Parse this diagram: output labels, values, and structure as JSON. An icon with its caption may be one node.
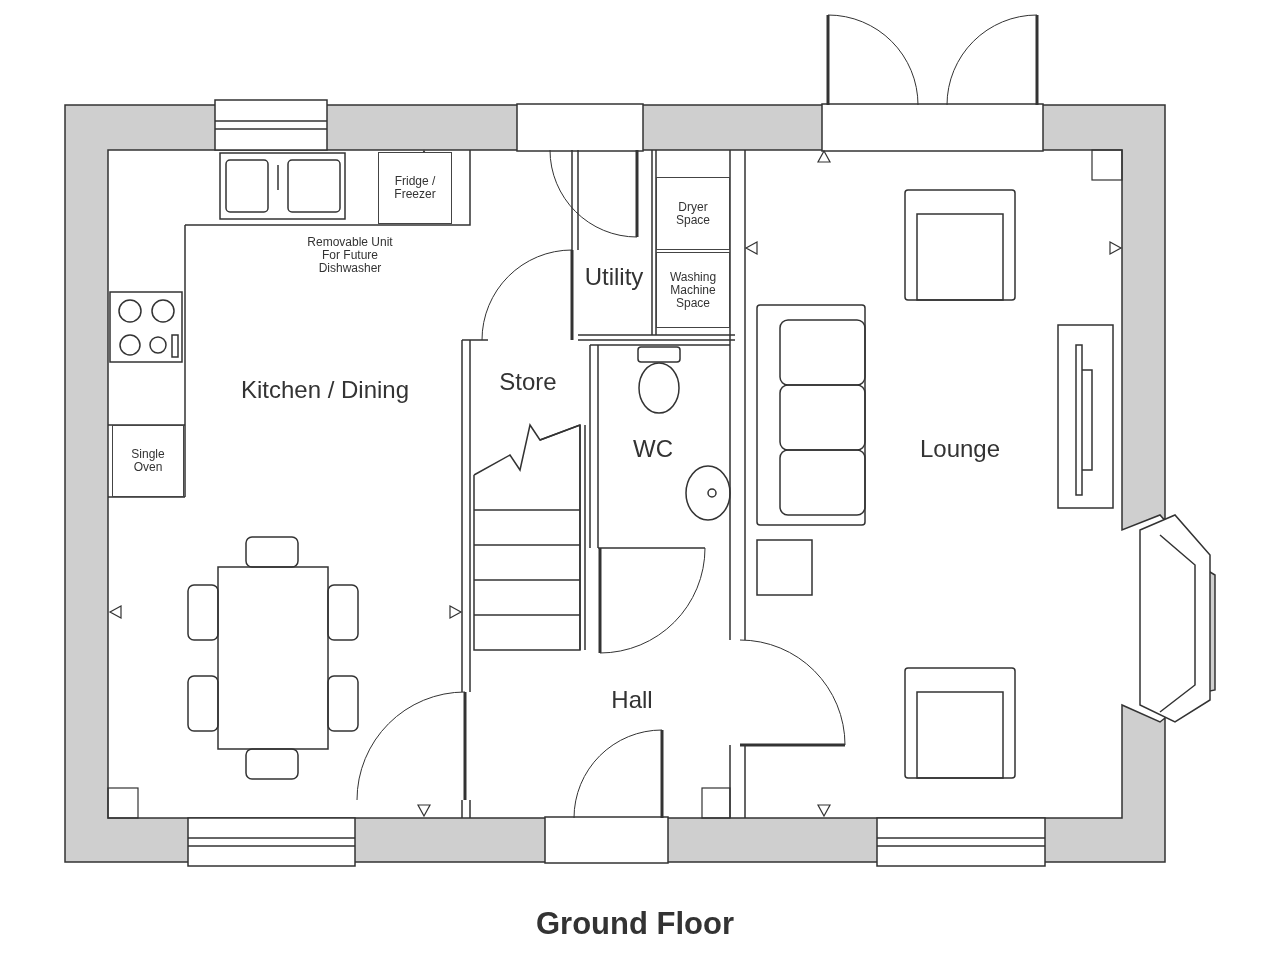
{
  "diagram": {
    "title": "Ground Floor",
    "nodes": [
      {
        "text": [
          "Fridge / Freezer"
        ]
      },
      {
        "text": [
          "Dryer Space"
        ]
      },
      {
        "text": [
          "Washing Machine Space"
        ]
      },
      {
        "text": [
          "Single Oven"
        ]
      }
    ],
    "labels": [
      "Removable Unit For Future Dishwasher",
      "Utility",
      "Store",
      "Kitchen / Dining",
      "WC",
      "Lounge",
      "Hall"
    ]
  }
}
